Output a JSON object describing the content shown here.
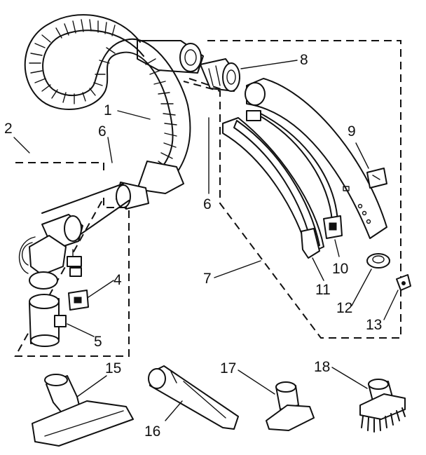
{
  "callouts": {
    "n1": "1",
    "n2": "2",
    "n3": "4",
    "n4": "5",
    "n5": "6",
    "n6": "6",
    "n7": "7",
    "n8": "8",
    "n9": "9",
    "n10": "10",
    "n11": "11",
    "n12": "12",
    "n13": "13",
    "n14": "15",
    "n15": "16",
    "n16": "17",
    "n17": "18"
  },
  "colors": {
    "ink": "#111111",
    "paper": "#ffffff"
  }
}
